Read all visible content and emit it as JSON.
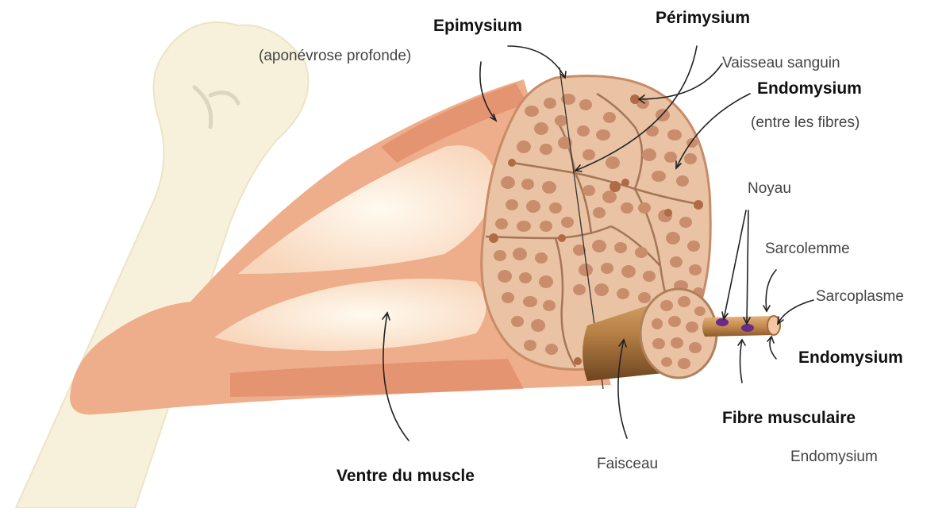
{
  "labels": {
    "epimysium": "Epimysium",
    "aponevrose": "(aponévrose profonde)",
    "perimysium": "Périmysium",
    "vaisseau": "Vaisseau sanguin",
    "endomysium_top": "Endomysium",
    "entre_fibres": "(entre les fibres)",
    "noyau": "Noyau",
    "sarcolemme": "Sarcolemme",
    "sarcoplasme": "Sarcoplasme",
    "endomysium_mid": "Endomysium",
    "fibre": "Fibre musculaire",
    "endomysium_bottom": "Endomysium",
    "faisceau": "Faisceau",
    "ventre": "Ventre du muscle"
  },
  "colors": {
    "bone": "#f7f1dc",
    "muscle": "#efae8b",
    "muscle_dark": "#dd7f5c",
    "tissue": "#e9c3a3",
    "fibre": "#c98d6e",
    "fascicle": "#b27a3f",
    "nucleus": "#6a2a8a"
  }
}
